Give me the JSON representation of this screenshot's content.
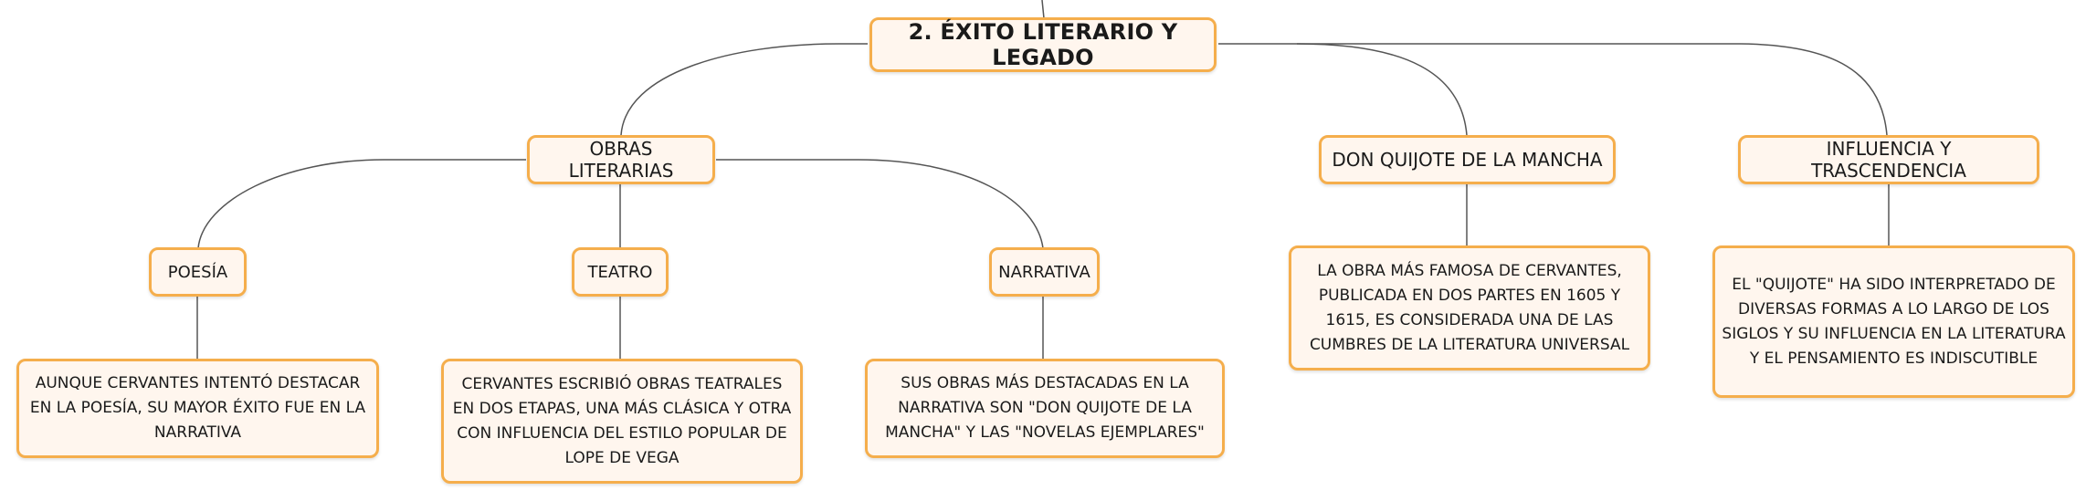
{
  "root": {
    "label": "2. ÉXITO LITERARIO Y LEGADO"
  },
  "branches": {
    "obras": {
      "label": "OBRAS LITERARIAS"
    },
    "quijote": {
      "label": "DON QUIJOTE DE LA MANCHA"
    },
    "influencia": {
      "label": "INFLUENCIA Y TRASCENDENCIA"
    }
  },
  "subtopics": {
    "poesia": {
      "label": "POESÍA"
    },
    "teatro": {
      "label": "TEATRO"
    },
    "narrativa": {
      "label": "NARRATIVA"
    }
  },
  "details": {
    "poesia": "AUNQUE CERVANTES INTENTÓ DESTACAR EN LA POESÍA, SU MAYOR ÉXITO FUE EN LA NARRATIVA",
    "teatro": "CERVANTES ESCRIBIÓ OBRAS TEATRALES EN DOS ETAPAS, UNA MÁS CLÁSICA Y OTRA CON INFLUENCIA DEL ESTILO POPULAR DE LOPE DE VEGA",
    "narrativa": "SUS OBRAS MÁS DESTACADAS EN LA NARRATIVA SON \"DON QUIJOTE DE LA MANCHA\" Y LAS \"NOVELAS EJEMPLARES\"",
    "quijote": "LA OBRA MÁS FAMOSA DE CERVANTES, PUBLICADA EN DOS PARTES EN 1605 Y 1615, ES CONSIDERADA UNA DE LAS CUMBRES DE LA LITERATURA UNIVERSAL",
    "influencia": "EL \"QUIJOTE\" HA SIDO INTERPRETADO DE DIVERSAS FORMAS A LO LARGO DE LOS SIGLOS Y SU INFLUENCIA EN LA LITERATURA Y EL PENSAMIENTO ES INDISCUTIBLE"
  },
  "colors": {
    "node_border": "#f5ae4c",
    "node_fill": "#fff6ee",
    "connector": "#555555"
  }
}
